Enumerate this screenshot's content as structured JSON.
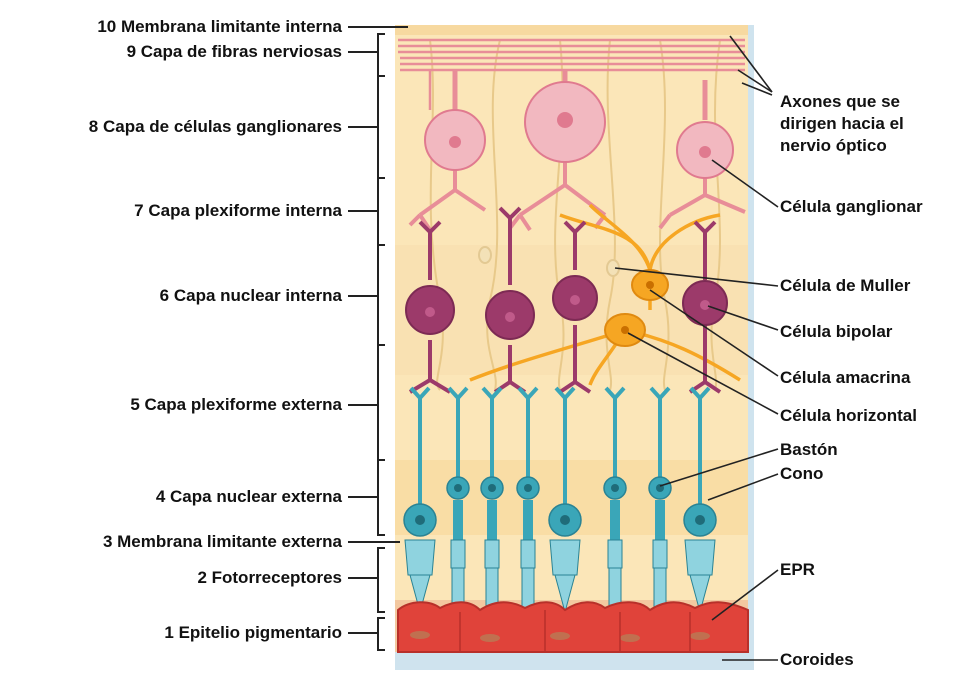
{
  "layers": [
    {
      "label": "10 Membrana limitante interna"
    },
    {
      "label": "9 Capa de fibras nerviosas"
    },
    {
      "label": "8 Capa de células ganglionares"
    },
    {
      "label": "7 Capa plexiforme interna"
    },
    {
      "label": "6 Capa nuclear interna"
    },
    {
      "label": "5 Capa plexiforme externa"
    },
    {
      "label": "4 Capa nuclear externa"
    },
    {
      "label": "3 Membrana limitante externa"
    },
    {
      "label": "2 Fotorreceptores"
    },
    {
      "label": "1 Epitelio pigmentario"
    }
  ],
  "cell_labels": {
    "axones": [
      "Axones que se",
      "dirigen hacia el",
      "nervio óptico"
    ],
    "ganglionar": "Célula ganglionar",
    "muller": "Célula de Muller",
    "bipolar": "Célula bipolar",
    "amacrina": "Célula amacrina",
    "horizontal": "Célula horizontal",
    "baston": "Bastón",
    "cono": "Cono",
    "epr": "EPR",
    "coroides": "Coroides"
  },
  "colors": {
    "background_tissue": "#fbe6b8",
    "ganglion": "#f2b8c0",
    "ganglion_nucleus": "#e07a8f",
    "bipolar": "#9c3a6a",
    "bipolar_stroke": "#7d2a54",
    "muller_amacrine_horizontal": "#f6a623",
    "photoreceptor": "#3aa6b8",
    "photoreceptor_light": "#8fd3df",
    "pigment_epithelium": "#e0433a",
    "choroid": "#cfe3ee",
    "label_line": "#222222"
  }
}
